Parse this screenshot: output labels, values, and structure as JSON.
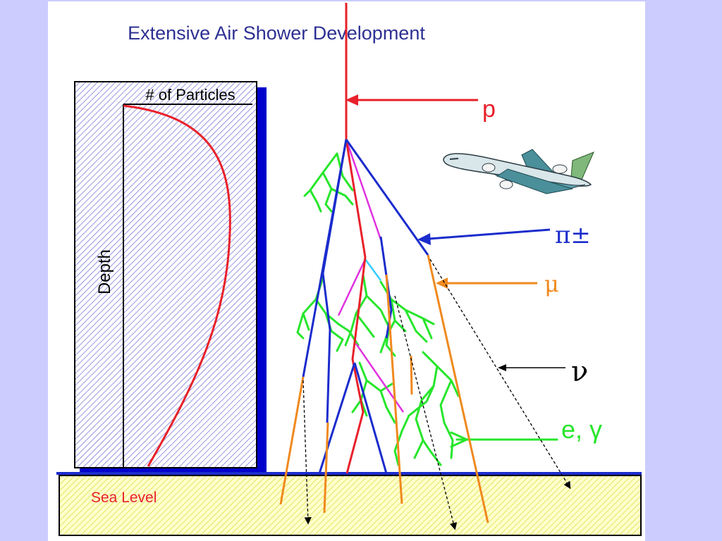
{
  "slide": {
    "title": "Extensive Air Shower Development"
  },
  "depth_profile": {
    "header": "# of Particles",
    "axis_label": "Depth"
  },
  "ground": {
    "label": "Sea Level"
  },
  "particles": {
    "proton": "p",
    "pion": "π±",
    "muon": "μ",
    "neutrino": "ν",
    "electron_gamma": "e, γ"
  },
  "icons": {
    "airplane": "airplane-icon"
  },
  "colors": {
    "background": "#ccccff",
    "title": "#2e3192",
    "proton": "#e8212a",
    "pion": "#1b2ccc",
    "muon": "#f0891e",
    "neutrino": "#000000",
    "electron_gamma": "#27e62c",
    "secondary": "#e032e0",
    "sea_level_label": "#e8212a",
    "sea_level_fill": "#ffff99"
  }
}
